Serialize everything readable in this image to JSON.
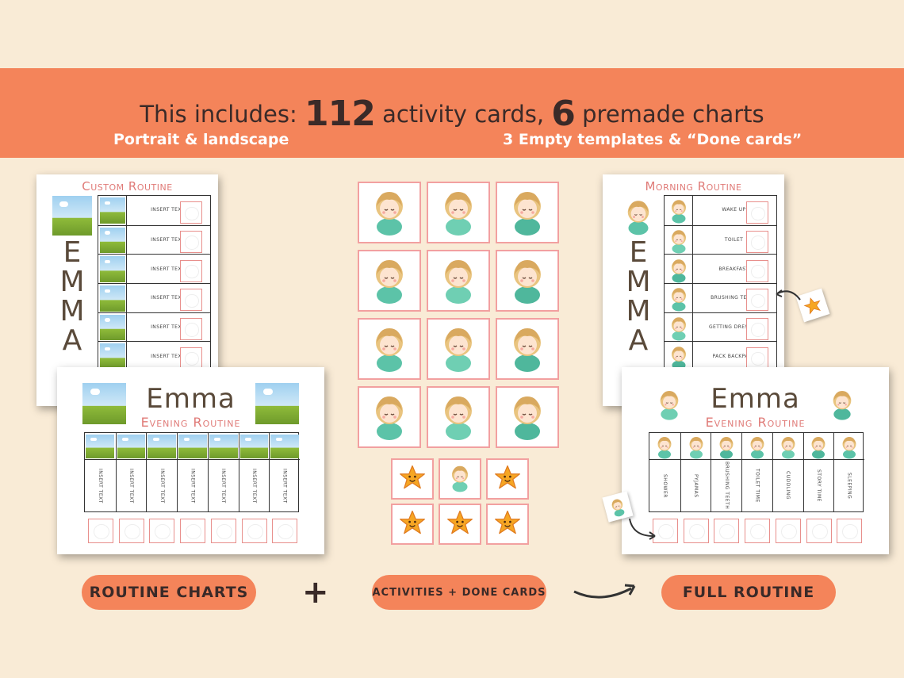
{
  "header": {
    "prefix": "This includes:",
    "count_cards": "112",
    "cards_label": "activity cards,",
    "count_charts": "6",
    "charts_label": "premade charts",
    "left_note": "Portrait & landscape",
    "right_note": "3 Empty templates & “Done cards”"
  },
  "custom_chart": {
    "title": "Custom Routine",
    "name_letters": [
      "E",
      "M",
      "M",
      "A"
    ],
    "rows": [
      "Insert text",
      "Insert text",
      "Insert text",
      "Insert text",
      "Insert text",
      "Insert text"
    ]
  },
  "evening_template": {
    "name": "Emma",
    "subtitle": "Evening Routine",
    "columns": [
      "Insert text",
      "Insert text",
      "Insert text",
      "Insert text",
      "Insert text",
      "Insert text",
      "Insert text"
    ]
  },
  "morning_chart": {
    "title": "Morning Routine",
    "name_letters": [
      "E",
      "M",
      "M",
      "A"
    ],
    "rows": [
      "Wake up",
      "Toilet",
      "Breakfast",
      "Brushing Teeth",
      "Getting dressed",
      "Pack backpack"
    ]
  },
  "evening_full": {
    "name": "Emma",
    "subtitle": "Evening Routine",
    "columns": [
      "Shower",
      "Pyjamas",
      "Brushing teeth",
      "Toilet time",
      "Cuddling",
      "Story time",
      "Sleeping"
    ]
  },
  "buttons": {
    "routine_charts": "ROUTINE CHARTS",
    "activities": "ACTIVITIES + DONE CARDS",
    "full_routine": "FULL ROUTINE"
  },
  "colors": {
    "banner": "#f4845a",
    "background": "#f9ebd6",
    "accent_pink": "#e07b78",
    "card_border": "#f2a0a0",
    "text_dark": "#3a2a28"
  },
  "icons": {
    "arrow": "curved-arrow-icon",
    "star": "smiling-star-icon",
    "kid": "kid-illustration-icon"
  }
}
